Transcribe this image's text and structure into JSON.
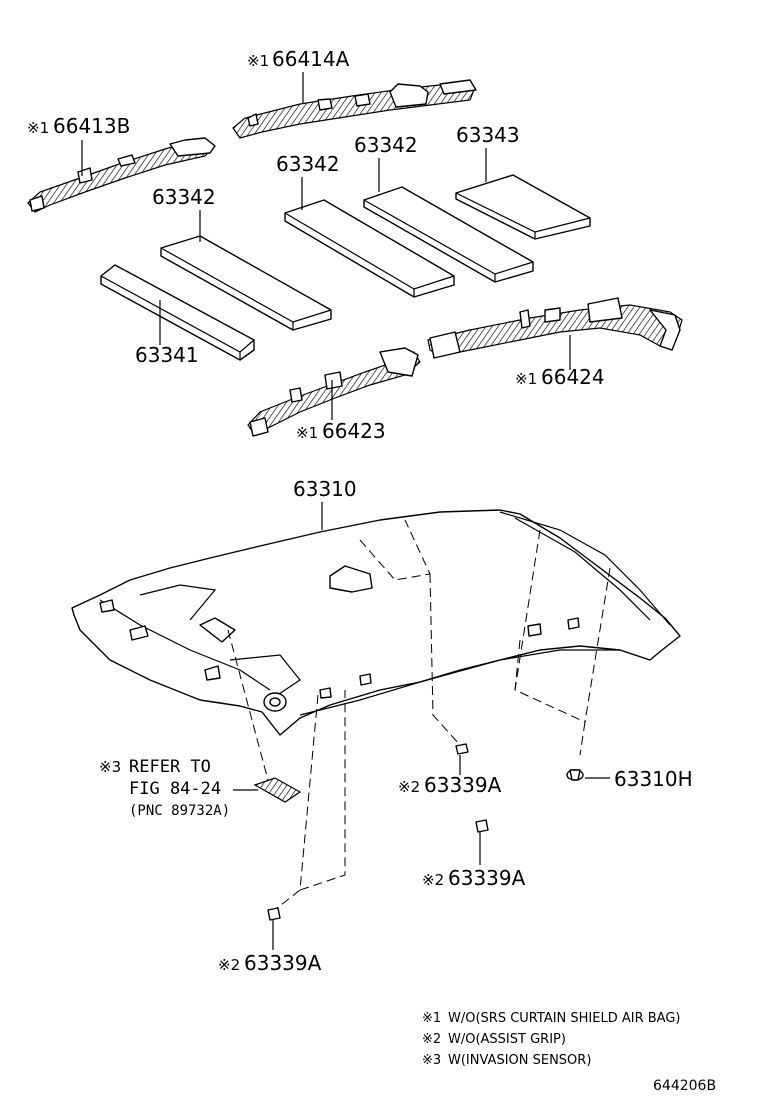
{
  "marks": {
    "note1": "※1",
    "note2": "※2",
    "note3": "※3"
  },
  "parts": {
    "p66414A": "66414A",
    "p66413B": "66413B",
    "p63342a": "63342",
    "p63342b": "63342",
    "p63342c": "63342",
    "p63343": "63343",
    "p63341": "63341",
    "p66424": "66424",
    "p66423": "66423",
    "p63310": "63310",
    "p63339A_1": "63339A",
    "p63339A_2": "63339A",
    "p63339A_3": "63339A",
    "p63310H": "63310H"
  },
  "refer": {
    "line1": "REFER TO",
    "line2": "FIG 84-24",
    "line3": "(PNC 89732A)"
  },
  "notes": [
    "W/O(SRS CURTAIN SHIELD AIR BAG)",
    "W/O(ASSIST GRIP)",
    "W(INVASION SENSOR)"
  ],
  "figure_code": "644206B"
}
